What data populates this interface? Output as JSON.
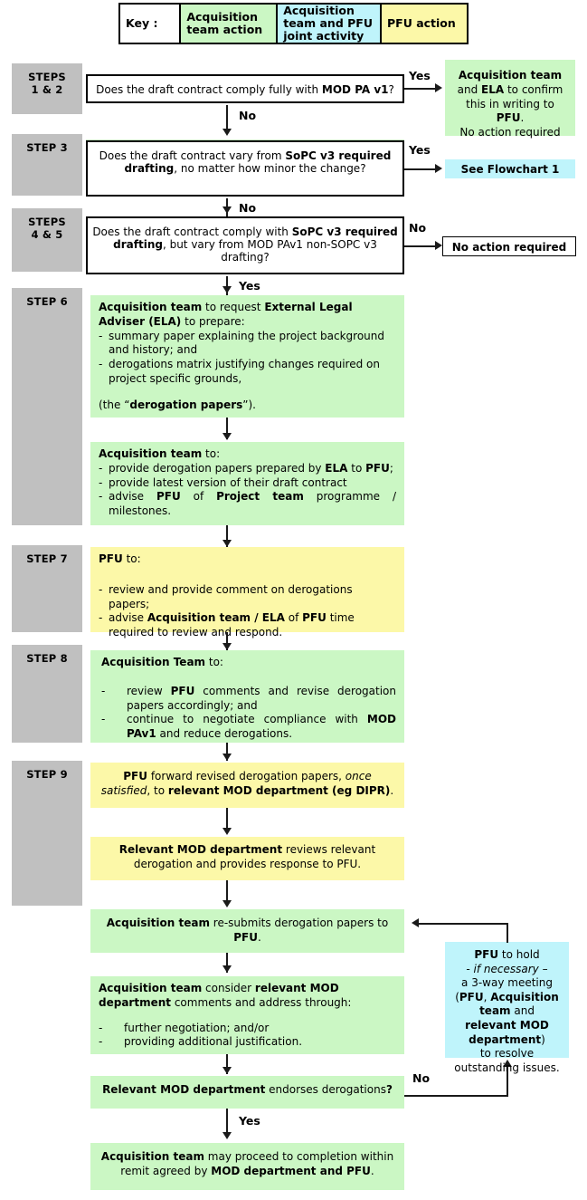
{
  "key": {
    "label": "Key :",
    "acquisition_team_action": "Acquisition team action",
    "joint_activity": "Acquisition team and PFU joint activity",
    "pfu_action": "PFU action",
    "colors": {
      "acquisition_team": "#cbf7c4",
      "joint_activity": "#bff4fb",
      "pfu_action": "#fcf8a8",
      "step_label": "#c0c0c0",
      "decision_border": "#000000"
    }
  },
  "steps": {
    "s12": "STEPS\n1 & 2",
    "s12_l1": "STEPS",
    "s12_l2": "1 & 2",
    "s3": "STEP 3",
    "s45_l1": "STEPS",
    "s45_l2": "4 & 5",
    "s6": "STEP 6",
    "s7": "STEP 7",
    "s8": "STEP 8",
    "s9": "STEP 9"
  },
  "edges": {
    "yes": "Yes",
    "no": "No"
  },
  "nodes": {
    "d1": {
      "name": "decision-comply-mod-pa-v1",
      "text_a": "Does the draft contract comply fully with ",
      "text_b": "MOD PA v1",
      "text_c": "?"
    },
    "d1_yes": {
      "l1a": "Acquisition team",
      "l2a": "and ",
      "l2b": "ELA",
      "l2c": " to confirm",
      "l3a": "this in writing to ",
      "l3b": "PFU",
      "l3c": ".",
      "l4": "No action required"
    },
    "d2": {
      "a": "Does the draft contract vary from ",
      "b": "SoPC v3 required drafting",
      "c": ", no matter how minor the change?"
    },
    "d2_yes": {
      "text": "See Flowchart 1"
    },
    "d3": {
      "a": "Does the draft contract comply with ",
      "b": "SoPC v3 required drafting",
      "c": ", but vary from MOD PAv1 non-SOPC v3 drafting?"
    },
    "d3_no": {
      "text": "No action required"
    },
    "step6a": {
      "p1a": "Acquisition team",
      "p1b": " to request ",
      "p1c": "External Legal Adviser (ELA)",
      "p1d": " to prepare:",
      "b1": "summary paper explaining the project background and history; and",
      "b2": "derogations matrix justifying changes required on project specific grounds,",
      "p2a": "(the “",
      "p2b": "derogation papers",
      "p2c": "”)."
    },
    "step6b": {
      "head_a": "Acquisition team",
      "head_b": " to:",
      "b1a": "provide derogation papers prepared by ",
      "b1b": "ELA",
      "b1c": " to ",
      "b1d": "PFU",
      "b1e": ";",
      "b2": "provide latest version of their draft contract",
      "b3a": "advise ",
      "b3b": "PFU",
      "b3c": " of ",
      "b3d": "Project team",
      "b3e": " programme / milestones."
    },
    "step7": {
      "head_a": "PFU",
      "head_b": " to:",
      "b1": "review and provide comment on derogations papers;",
      "b2a": "advise ",
      "b2b": "Acquisition team / ELA",
      "b2c": " of ",
      "b2d": "PFU",
      "b2e": " time required to review and respond."
    },
    "step8": {
      "head_a": "Acquisition Team",
      "head_b": " to:",
      "b1a": "review ",
      "b1b": "PFU",
      "b1c": " comments and revise derogation papers   accordingly; and",
      "b2a": "continue to negotiate compliance with ",
      "b2b": "MOD PAv1",
      "b2c": " and  reduce derogations."
    },
    "step9": {
      "a": "PFU",
      "b": " forward revised derogation papers, ",
      "c": "once satisfied",
      "d": ", to ",
      "e": "relevant MOD department (eg DIPR)",
      "f": "."
    },
    "mod_review": {
      "a": "Relevant MOD department",
      "b": " reviews relevant derogation and provides response to PFU."
    },
    "resubmit": {
      "a": "Acquisition team",
      "b": " re-submits derogation papers to ",
      "c": "PFU",
      "d": "."
    },
    "consider": {
      "p_a": "Acquisition team",
      "p_b": " consider ",
      "p_c": "relevant MOD department",
      "p_d": " comments and address through:",
      "b1": "further negotiation; and/or",
      "b2": "providing additional justification."
    },
    "endorse": {
      "a": "Relevant MOD department",
      "b": " endorses derogations",
      "c": "?"
    },
    "complete": {
      "a": "Acquisition team",
      "b": " may proceed to completion within remit agreed by ",
      "c": "MOD department and PFU",
      "d": "."
    },
    "pfu_meeting": {
      "l1a": "PFU",
      "l1b": " to hold",
      "l2": "- if necessary –",
      "l3": "a 3-way meeting",
      "l4a": "(",
      "l4b": "PFU",
      "l4c": ", ",
      "l4d": "Acquisition team",
      "l4e": " and ",
      "l4f": "relevant MOD department",
      "l4g": ")",
      "l5": "to resolve outstanding issues."
    }
  }
}
